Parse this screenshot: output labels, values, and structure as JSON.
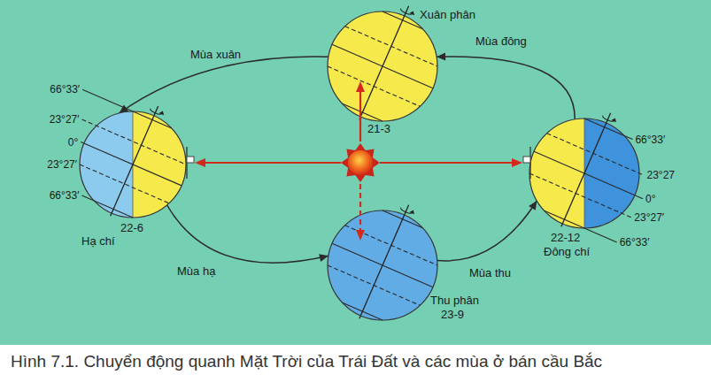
{
  "diagram": {
    "caption": "Hình 7.1. Chuyển động quanh Mặt Trời của Trái Đất và các mùa ở bán cầu Bắc",
    "nodes": [
      {
        "text": [
          "Xuân phân",
          "21-3"
        ]
      },
      {
        "text": [
          "22-6",
          "Hạ chí"
        ]
      },
      {
        "text": [
          "22-12",
          "Đông chí"
        ]
      },
      {
        "text": [
          "Thu phân",
          "23-9"
        ]
      }
    ],
    "edges": [
      {
        "from": 2,
        "to": 0,
        "arrow": "to",
        "label": "Mùa đông"
      },
      {
        "from": 0,
        "to": 1,
        "arrow": "to",
        "label": "Mùa xuân"
      },
      {
        "from": 1,
        "to": 3,
        "arrow": "to",
        "label": "Mùa hạ"
      },
      {
        "from": 3,
        "to": 2,
        "arrow": "to",
        "label": "Mùa thu"
      }
    ],
    "labels": [
      "66°33′",
      "23°27′",
      "0°",
      "23°27′",
      "66°33′",
      "66°33′",
      "23°27",
      "0°",
      "23°27′",
      "66°33′"
    ]
  }
}
